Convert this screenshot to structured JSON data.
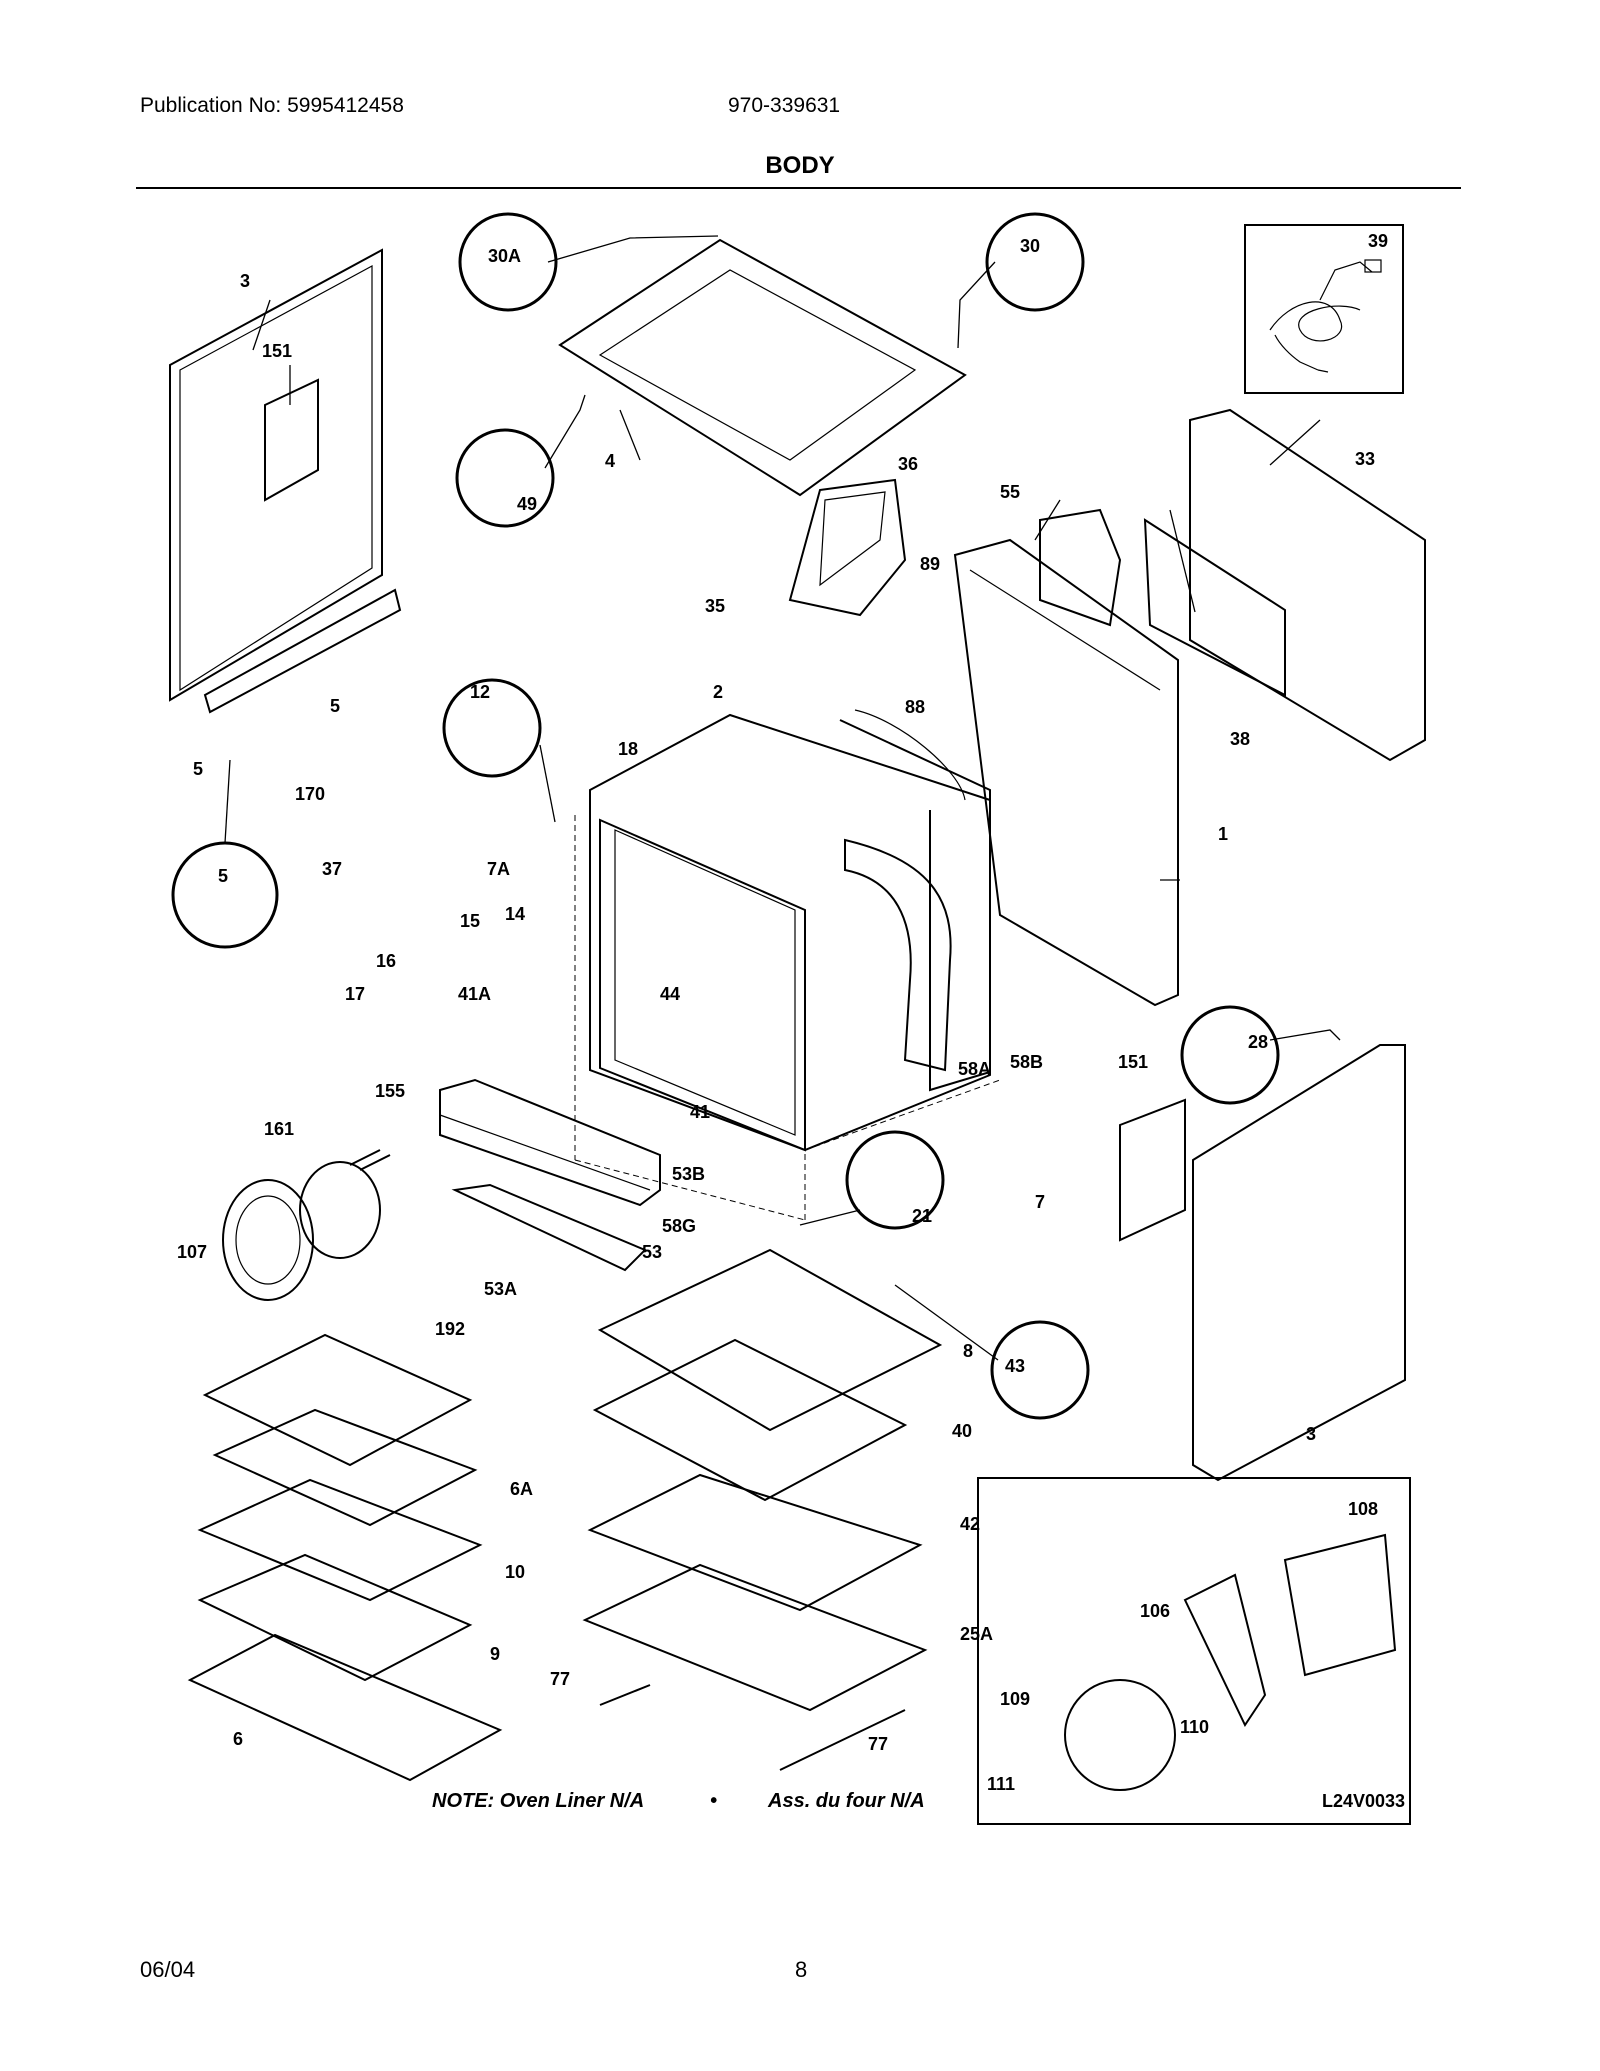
{
  "header": {
    "publication": "Publication No: 5995412458",
    "model": "970-339631",
    "title": "BODY"
  },
  "callouts": [
    "30A",
    "30",
    "39",
    "3",
    "151",
    "4",
    "49",
    "36",
    "33",
    "55",
    "89",
    "35",
    "88",
    "2",
    "12",
    "18",
    "1",
    "38",
    "5",
    "5",
    "170",
    "5",
    "37",
    "7A",
    "15",
    "14",
    "16",
    "17",
    "41A",
    "44",
    "58A",
    "58B",
    "151",
    "28",
    "155",
    "41",
    "161",
    "53B",
    "58G",
    "53",
    "21",
    "7",
    "107",
    "53A",
    "192",
    "8",
    "43",
    "40",
    "6A",
    "10",
    "42",
    "108",
    "25A",
    "106",
    "9",
    "77",
    "109",
    "110",
    "6",
    "77",
    "111",
    "3"
  ],
  "note": {
    "en": "NOTE: Oven Liner N/A",
    "bullet": "•",
    "fr": "Ass. du four N/A",
    "code": "L24V0033"
  },
  "footer": {
    "date": "06/04",
    "page": "8"
  }
}
